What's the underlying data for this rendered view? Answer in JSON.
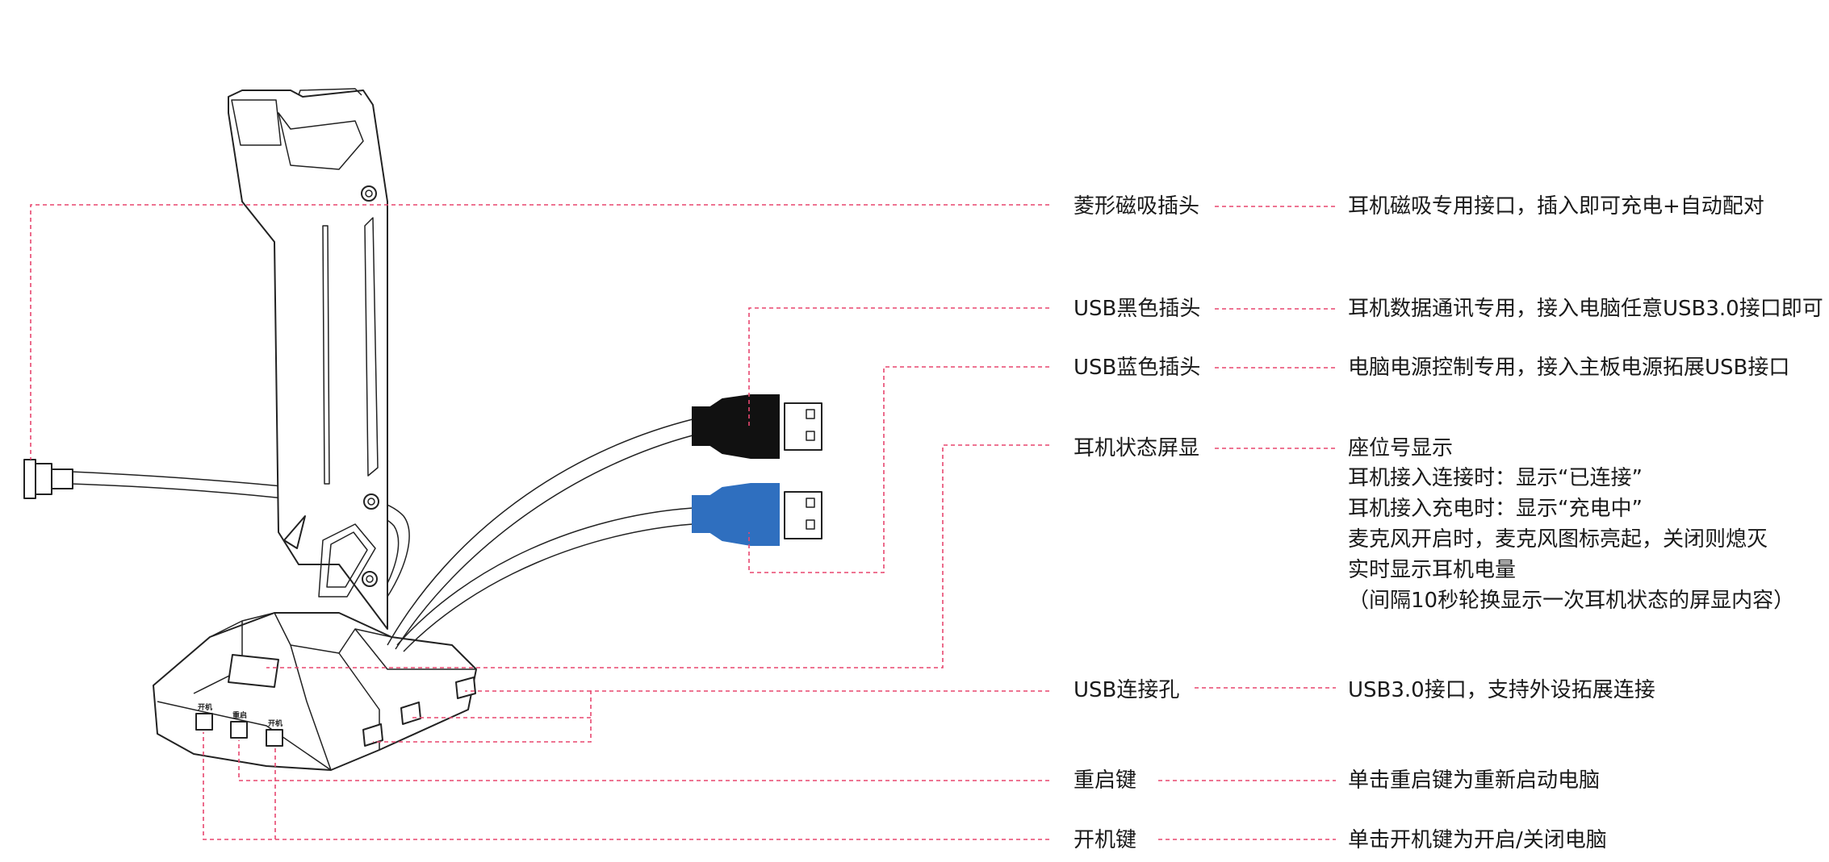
{
  "callouts": [
    {
      "id": "diamond-magnetic-plug",
      "label": "菱形磁吸插头",
      "desc": [
        "耳机磁吸专用接口，插入即可充电+自动配对"
      ]
    },
    {
      "id": "usb-black-plug",
      "label": "USB黑色插头",
      "desc": [
        "耳机数据通讯专用，接入电脑任意USB3.0接口即可"
      ]
    },
    {
      "id": "usb-blue-plug",
      "label": "USB蓝色插头",
      "desc": [
        "电脑电源控制专用，接入主板电源拓展USB接口"
      ]
    },
    {
      "id": "headset-status-display",
      "label": "耳机状态屏显",
      "desc": [
        "座位号显示",
        "耳机接入连接时：显示“已连接”",
        "耳机接入充电时：显示“充电中”",
        "麦克风开启时，麦克风图标亮起，关闭则熄灭",
        "实时显示耳机电量",
        "（间隔10秒轮换显示一次耳机状态的屏显内容）"
      ]
    },
    {
      "id": "usb-port",
      "label": "USB连接孔",
      "desc": [
        "USB3.0接口，支持外设拓展连接"
      ]
    },
    {
      "id": "restart-key",
      "label": "重启键",
      "desc": [
        "单击重启键为重新启动电脑"
      ]
    },
    {
      "id": "power-key",
      "label": "开机键",
      "desc": [
        "单击开机键为开启/关闭电脑"
      ]
    }
  ],
  "device_button_labels": [
    "开机",
    "重启",
    "开机"
  ],
  "colors": {
    "leader": "#e8476f",
    "usb_blue": "#2f6fbf",
    "usb_black": "#111111",
    "outline": "#222222"
  }
}
